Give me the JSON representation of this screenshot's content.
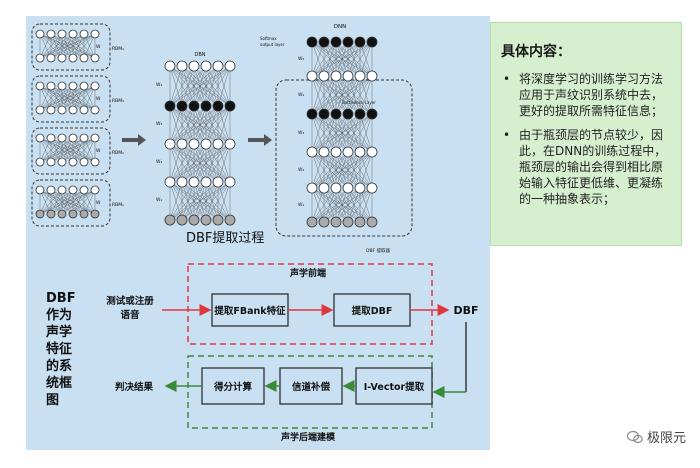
{
  "content_box": {
    "title": "具体内容：",
    "bullets": [
      "将深度学习的训练学习方法应用于声纹识别系统中去，更好的提取所需特征信息；",
      "由于瓶颈层的节点较少，因此，在DNN的训练过程中，瓶颈层的输出会得到相比原始输入特征更低维、更凝练的一种抽象表示；"
    ]
  },
  "top_diagram": {
    "caption": "DBF提取过程",
    "rbm_labels": [
      "RBM₄",
      "RBM₃",
      "RBM₂",
      "RBM₁"
    ],
    "dbn_title": "DBN",
    "dbn_weights": [
      "W₄",
      "W₃",
      "W₂",
      "W₁"
    ],
    "dnn_title": "DNN",
    "softmax_label": "Softmax output layer",
    "dnn_weights": [
      "W₅",
      "W₄",
      "W₃",
      "W₂",
      "W₁"
    ],
    "bottleneck_label": "Bottleneck Layer",
    "extractor_label": "DBF 提取器"
  },
  "bottom_diagram": {
    "side_title": "DBF 作为 声学 特征 的系 统框 图",
    "input_label": "测试或注册 语音",
    "frontend_label": "声学前端",
    "fbank_box": "提取FBank特征",
    "dbf_box": "提取DBF",
    "dbf_output": "DBF",
    "ivector_box": "I-Vector提取",
    "channel_box": "信道补偿",
    "score_box": "得分计算",
    "result_label": "判决结果",
    "backend_label": "声学后端建模"
  },
  "watermark": "极限元",
  "colors": {
    "red": "#e0373f",
    "green": "#3a8a3a",
    "panel": "#c9e0f2",
    "content_bg": "#d6efce"
  }
}
